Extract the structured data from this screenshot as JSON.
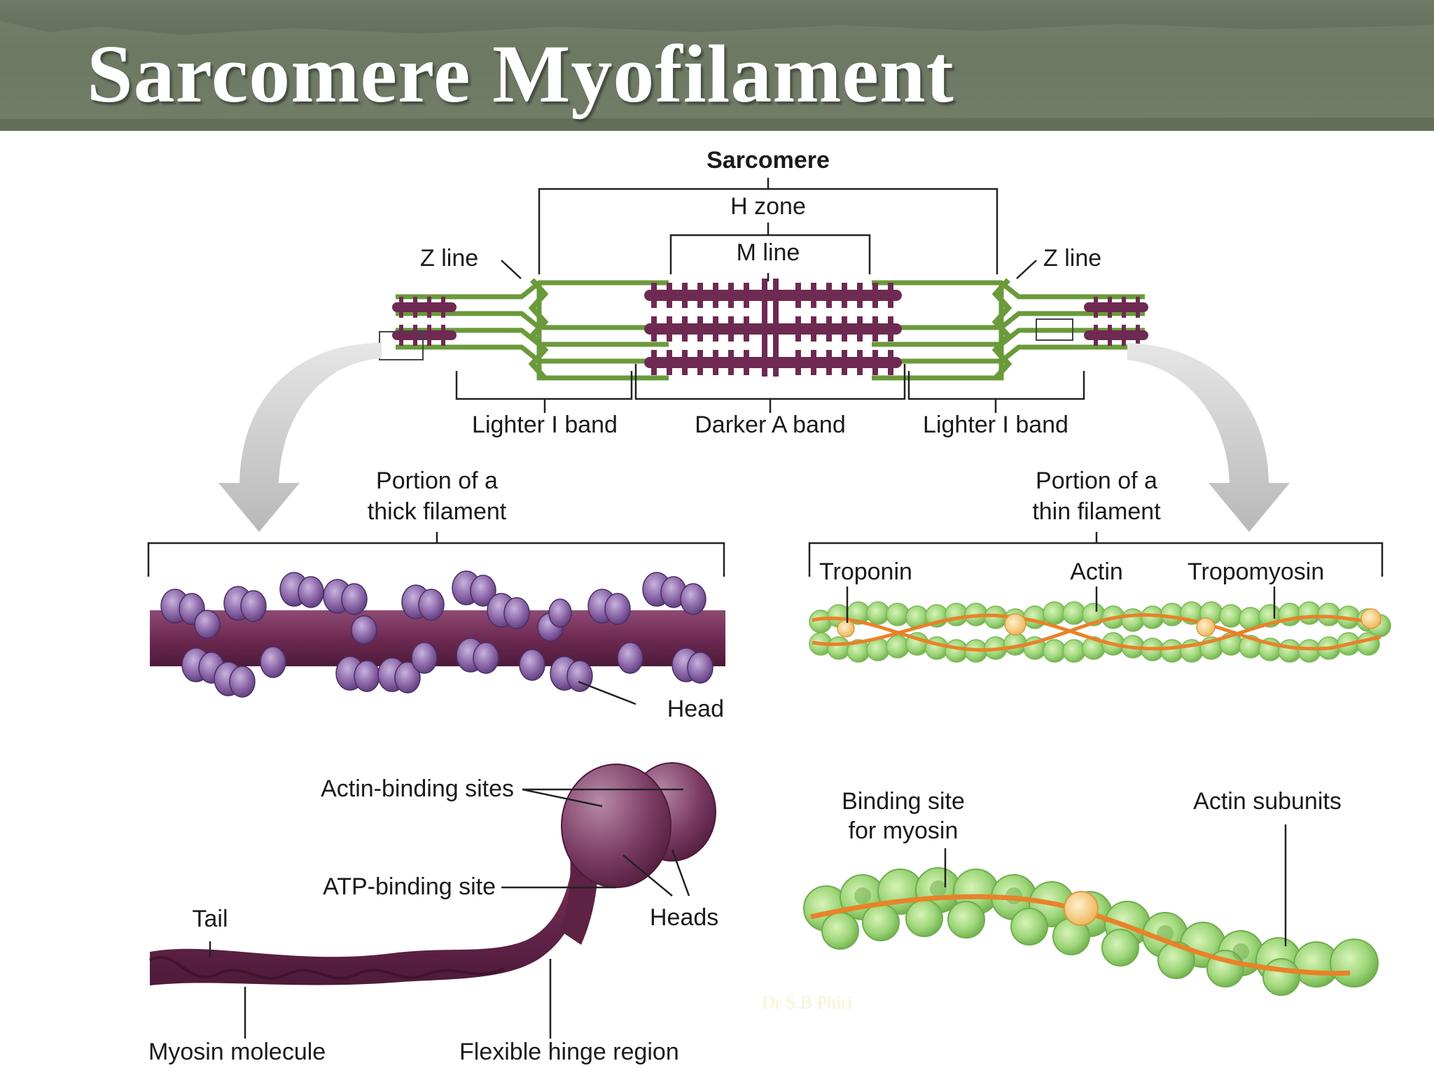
{
  "slide": {
    "title": "Sarcomere Myofilament",
    "watermark": "Dr S.B Phiri"
  },
  "sarcomere": {
    "title": "Sarcomere",
    "h_zone": "H zone",
    "m_line": "M line",
    "z_line_left": "Z line",
    "z_line_right": "Z line",
    "band_left": "Lighter I band",
    "band_center": "Darker A band",
    "band_right": "Lighter I band"
  },
  "thick": {
    "title_line1": "Portion of a",
    "title_line2": "thick filament",
    "head": "Head"
  },
  "thin": {
    "title_line1": "Portion of a",
    "title_line2": "thin filament",
    "troponin": "Troponin",
    "actin": "Actin",
    "tropomyosin": "Tropomyosin"
  },
  "myosin": {
    "actin_binding": "Actin-binding sites",
    "atp_binding": "ATP-binding site",
    "tail": "Tail",
    "heads": "Heads",
    "molecule": "Myosin molecule",
    "hinge": "Flexible hinge region"
  },
  "actin_detail": {
    "binding_line1": "Binding site",
    "binding_line2": "for myosin",
    "subunits": "Actin subunits"
  },
  "colors": {
    "banner": "#65705c",
    "thin_filament": "#6a9a3a",
    "myosin": "#6e2a52",
    "actin_bead": "#9ed67a",
    "tropomyosin": "#e8822a"
  }
}
